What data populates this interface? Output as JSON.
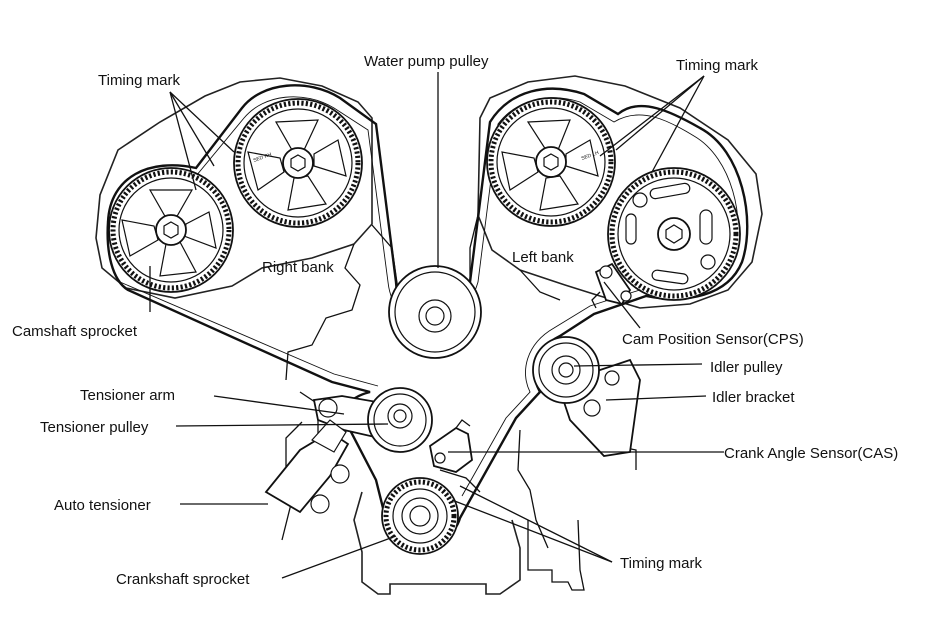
{
  "labels": {
    "water_pump_pulley": "Water pump pulley",
    "timing_mark_left": "Timing mark",
    "timing_mark_right": "Timing mark",
    "timing_mark_bottom": "Timing mark",
    "right_bank": "Right bank",
    "left_bank": "Left bank",
    "camshaft_sprocket": "Camshaft sprocket",
    "cam_position_sensor": "Cam Position Sensor(CPS)",
    "idler_pulley": "Idler pulley",
    "idler_bracket": "Idler bracket",
    "tensioner_arm": "Tensioner arm",
    "tensioner_pulley": "Tensioner pulley",
    "crank_angle_sensor": "Crank Angle Sensor(CAS)",
    "auto_tensioner": "Auto tensioner",
    "crankshaft_sprocket": "Crankshaft sprocket"
  },
  "sprocket_marks": {
    "rh": "SED RH",
    "lh": "SED LH"
  }
}
